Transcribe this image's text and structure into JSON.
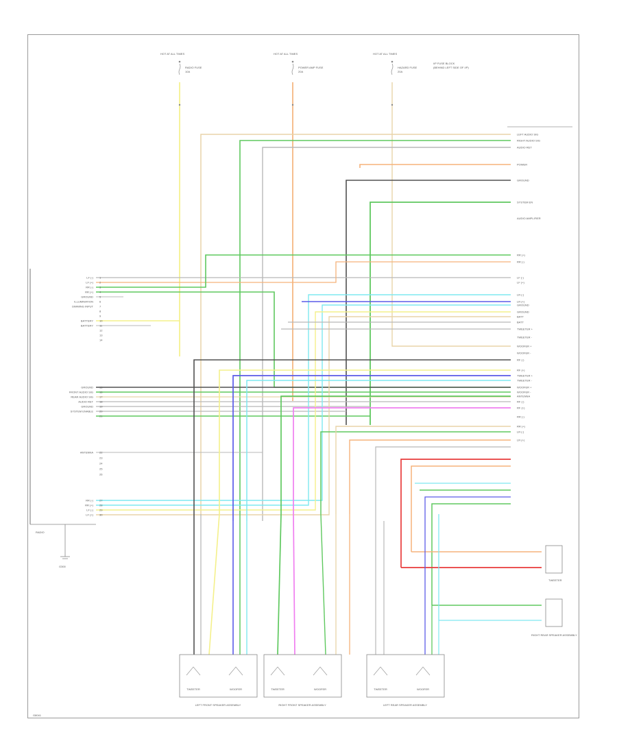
{
  "diagram": {
    "footer_code": "G8041",
    "ground_label": "G300",
    "fuse_title": "HOT AT ALL TIMES",
    "fuses": [
      {
        "name": "RADIO FUSE",
        "rating": "10A"
      },
      {
        "name": "POWER AMP FUSE",
        "rating": "20A"
      },
      {
        "name": "HAZARD FUSE",
        "rating": "20A"
      }
    ],
    "fuse_note": [
      "I/P FUSE BLOCK",
      "(BEHIND LEFT SIDE OF I/P)"
    ],
    "left_module": "RADIO",
    "left_pins": [
      "LF (-)",
      "LF (+)",
      "RR (-)",
      "RR (+)",
      "GROUND",
      "ILLUMINATION",
      "DIMMING INPUT",
      "",
      "",
      "BATTERY",
      "BATTERY",
      "",
      "",
      "",
      "GROUND",
      "FRONT AUDIO SIG",
      "REAR AUDIO SIG",
      "AUDIO RET",
      "GROUND",
      "SYSTEM ENABLE",
      "",
      "ANTENNA",
      "",
      "",
      "",
      "",
      "RR (-)",
      "RR (+)",
      "LF (-)",
      "LF (+)"
    ],
    "right_module_title": "AUDIO AMPLIFIER",
    "right_pins": [
      "LEFT AUDIO SIG",
      "RIGHT AUDIO SIG",
      "AUDIO RET",
      "",
      "POWER",
      "GROUND",
      "",
      "SYSTEM EN",
      "",
      "RR (-)",
      "RR (+)",
      "LF (-)",
      "LF (+)",
      "LR (-)",
      "LR (+)",
      "GROUND",
      "GROUND",
      "BATT",
      "BATT",
      "TWEETER +",
      "TWEETER -",
      "WOOFER +",
      "WOOFER -",
      "RF (-)",
      "RF (+)",
      "TWEETER +",
      "TWEETER -",
      "WOOFER +",
      "WOOFER -",
      "ANTENNA",
      "RF (-)",
      "RF (+)",
      "RR (-)",
      "RR (+)",
      "LR (-)",
      "LR (+)"
    ],
    "speakers": [
      {
        "name": "LEFT FRONT SPEAKER ASSEMBLY",
        "parts": [
          "TWEETER",
          "WOOFER"
        ]
      },
      {
        "name": "RIGHT FRONT SPEAKER ASSEMBLY",
        "parts": [
          "TWEETER",
          "WOOFER"
        ]
      },
      {
        "name": "LEFT REAR SPEAKER ASSEMBLY",
        "parts": [
          "TWEETER",
          "WOOFER"
        ]
      }
    ],
    "right_side_components": [
      {
        "name": "TWEETER"
      },
      {
        "name": "RIGHT REAR SPEAKER ASSEMBLY"
      }
    ],
    "colors": {
      "yellow": "#f4f08a",
      "orange": "#f5b27a",
      "green": "#5ec85e",
      "gray": "#b8b8b8",
      "blue": "#5a5ae8",
      "cyan": "#7ee8f0",
      "pink": "#f07ef0",
      "tan": "#e8d4a8",
      "red": "#e83a3a",
      "black": "#505050",
      "dark": "#444444"
    }
  }
}
